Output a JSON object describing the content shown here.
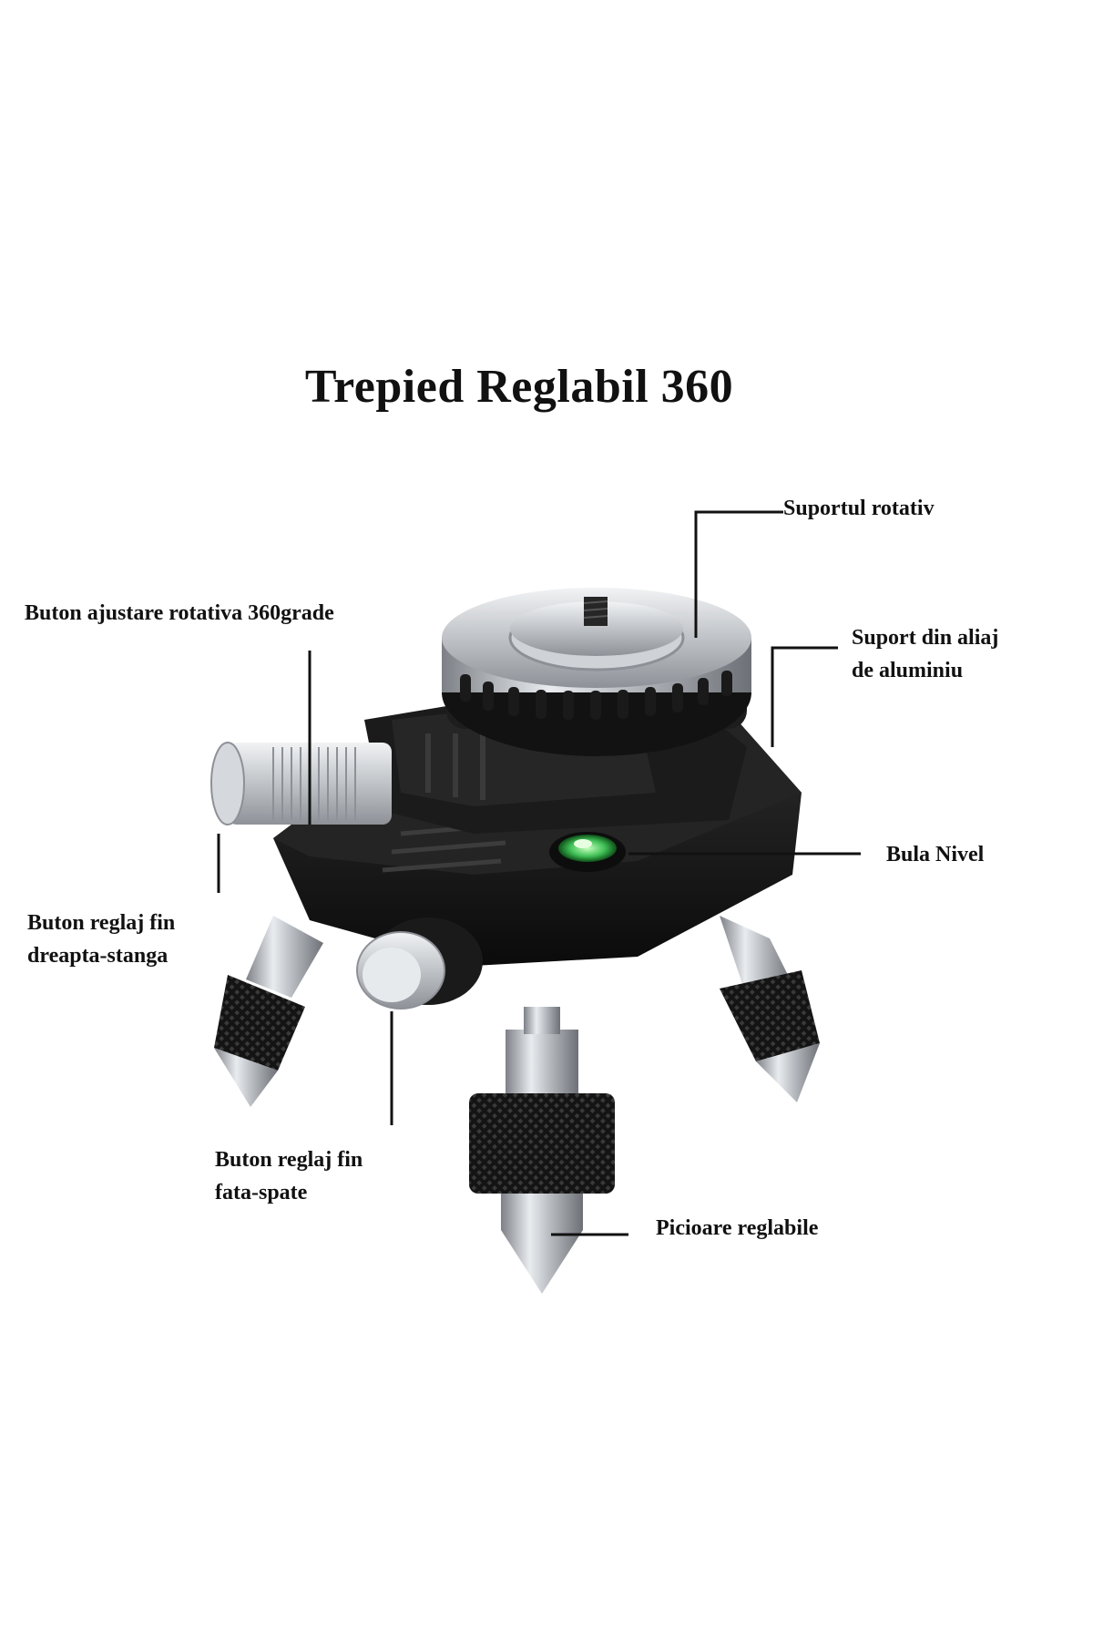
{
  "title": "Trepied Reglabil 360",
  "labels": {
    "rotating_mount": "Suportul rotativ",
    "rotation_knob": "Buton ajustare rotativa 360grade",
    "aluminum_mount_line1": "Suport din aliaj",
    "aluminum_mount_line2": "de aluminiu",
    "bubble_level": "Bula Nivel",
    "fine_lr_line1": "Buton reglaj fin",
    "fine_lr_line2": "dreapta-stanga",
    "fine_fb_line1": "Buton reglaj fin",
    "fine_fb_line2": "fata-spate",
    "adjustable_legs": "Picioare reglabile"
  },
  "colors": {
    "body_black": "#151515",
    "metal": "#c9ccd0",
    "metal_dark": "#8c9096",
    "bubble_green": "#3fbf55"
  }
}
